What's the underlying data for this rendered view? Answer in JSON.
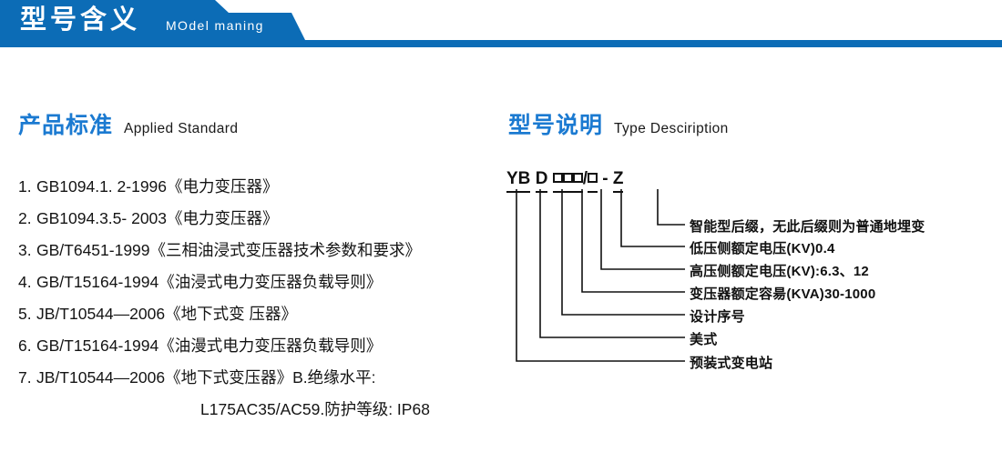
{
  "header": {
    "title_cn": "型号含义",
    "title_en": "MOdel maning",
    "accent_color": "#0c6cb6"
  },
  "standards_section": {
    "heading_cn": "产品标准",
    "heading_en": "Applied Standard",
    "heading_color": "#1b7ad1",
    "items": [
      {
        "num": "1.",
        "code": "GB1094.1. 2-1996",
        "name": "《电力变压器》"
      },
      {
        "num": "2.",
        "code": "GB1094.3.5- 2003",
        "name": "《电力变压器》"
      },
      {
        "num": "3.",
        "code": "GB/T6451-1999",
        "name": "《三相油浸式变压器技术参数和要求》"
      },
      {
        "num": "4.",
        "code": "GB/T15164-1994",
        "name": "《油浸式电力变压器负载导则》"
      },
      {
        "num": "5.",
        "code": "JB/T10544—2006",
        "name": "《地下式变 压器》"
      },
      {
        "num": "6.",
        "code": "GB/T15164-1994",
        "name": "《油漫式电力变压器负载导则》"
      },
      {
        "num": "7.",
        "code": "JB/T10544—2006",
        "name": "《地下式变压器》B.绝缘水平:"
      }
    ],
    "continuation": "L175AC35/AC59.防护等级: IP68"
  },
  "type_section": {
    "heading_cn": "型号说明",
    "heading_en": "Type Desciription",
    "heading_color": "#1b7ad1",
    "code_parts": [
      {
        "text": "YB",
        "kind": "text"
      },
      {
        "text": "D",
        "kind": "text"
      },
      {
        "text": "",
        "kind": "box"
      },
      {
        "text": "",
        "kind": "box"
      },
      {
        "text": "",
        "kind": "box"
      },
      {
        "text": "/",
        "kind": "sep"
      },
      {
        "text": "",
        "kind": "box"
      },
      {
        "text": "-",
        "kind": "sep"
      },
      {
        "text": "Z",
        "kind": "text"
      }
    ],
    "code_display": "YB D □□□/□ - Z",
    "callouts": [
      {
        "label": "智能型后缀，无此后缀则为普通地埋变"
      },
      {
        "label": "低压侧额定电压(KV)0.4"
      },
      {
        "label": "高压侧额定电压(KV):6.3、12"
      },
      {
        "label": "变压器额定容昜(KVA)30-1000"
      },
      {
        "label": "设计序号"
      },
      {
        "label": "美式"
      },
      {
        "label": "预装式变电站"
      }
    ]
  }
}
